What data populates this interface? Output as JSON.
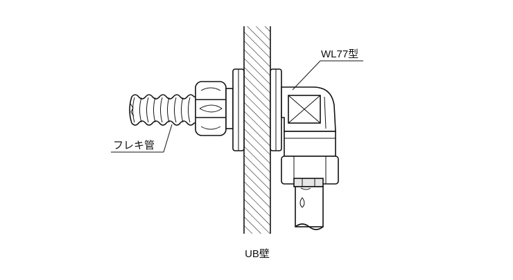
{
  "labels": {
    "fitting": "WL77型",
    "hose": "フレキ管",
    "wall": "UB壁"
  },
  "colors": {
    "line": "#111111",
    "background": "#ffffff",
    "fill": "#e6e6e6"
  }
}
